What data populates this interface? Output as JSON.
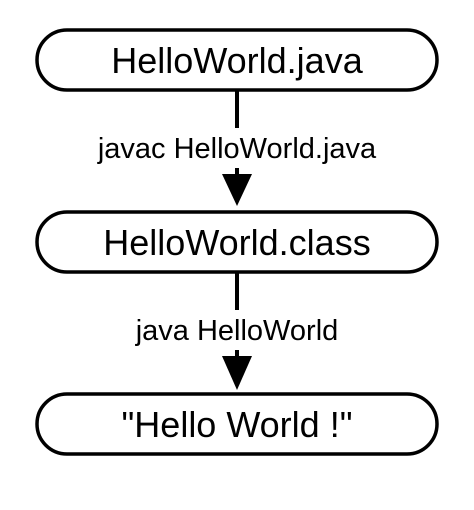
{
  "diagram": {
    "nodes": [
      {
        "id": "source",
        "label": "HelloWorld.java"
      },
      {
        "id": "bytecode",
        "label": "HelloWorld.class"
      },
      {
        "id": "output",
        "label": "\"Hello World !\""
      }
    ],
    "edges": [
      {
        "from": "source",
        "to": "bytecode",
        "label": "javac HelloWorld.java"
      },
      {
        "from": "bytecode",
        "to": "output",
        "label": "java HelloWorld"
      }
    ]
  }
}
